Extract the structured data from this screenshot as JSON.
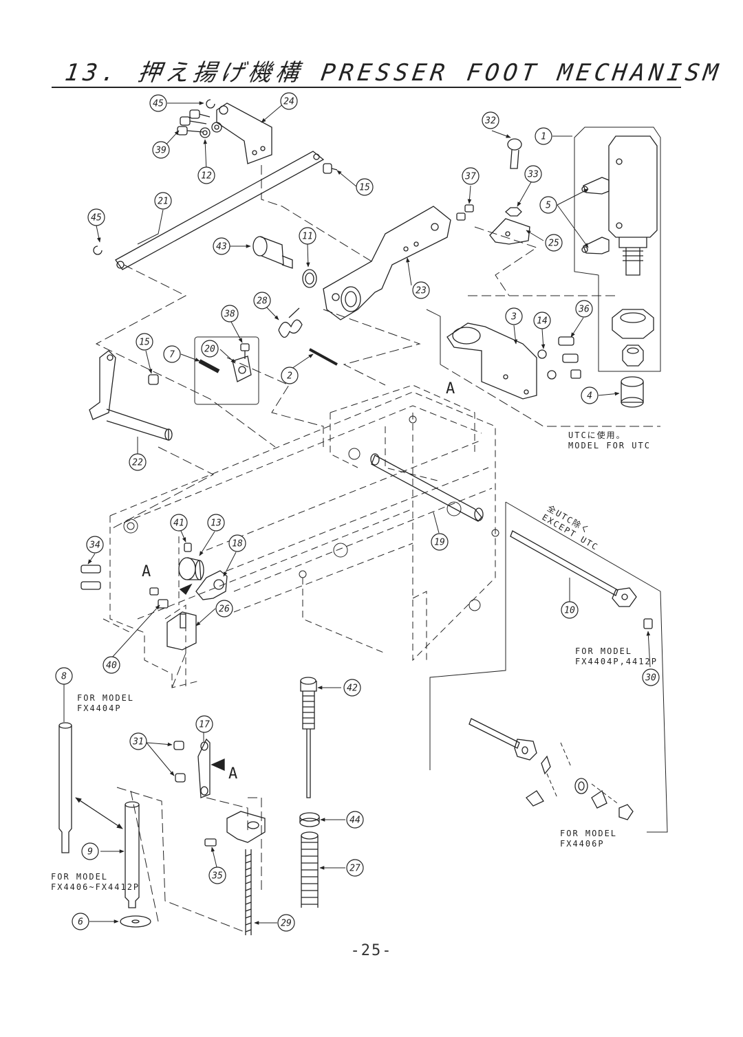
{
  "title": "13. 押え揚げ機構  PRESSER FOOT MECHANISM",
  "page_number": "-25-",
  "callouts": [
    {
      "id": "c1",
      "label": "1"
    },
    {
      "id": "c2",
      "label": "2"
    },
    {
      "id": "c3",
      "label": "3"
    },
    {
      "id": "c4",
      "label": "4"
    },
    {
      "id": "c5",
      "label": "5"
    },
    {
      "id": "c6",
      "label": "6"
    },
    {
      "id": "c7",
      "label": "7"
    },
    {
      "id": "c8",
      "label": "8"
    },
    {
      "id": "c9",
      "label": "9"
    },
    {
      "id": "c10",
      "label": "10"
    },
    {
      "id": "c11",
      "label": "11"
    },
    {
      "id": "c12",
      "label": "12"
    },
    {
      "id": "c13",
      "label": "13"
    },
    {
      "id": "c14",
      "label": "14"
    },
    {
      "id": "c15a",
      "label": "15"
    },
    {
      "id": "c15b",
      "label": "15"
    },
    {
      "id": "c17",
      "label": "17"
    },
    {
      "id": "c18",
      "label": "18"
    },
    {
      "id": "c19",
      "label": "19"
    },
    {
      "id": "c20",
      "label": "20"
    },
    {
      "id": "c21",
      "label": "21"
    },
    {
      "id": "c22",
      "label": "22"
    },
    {
      "id": "c23",
      "label": "23"
    },
    {
      "id": "c24",
      "label": "24"
    },
    {
      "id": "c25",
      "label": "25"
    },
    {
      "id": "c26",
      "label": "26"
    },
    {
      "id": "c27",
      "label": "27"
    },
    {
      "id": "c28",
      "label": "28"
    },
    {
      "id": "c29",
      "label": "29"
    },
    {
      "id": "c30",
      "label": "30"
    },
    {
      "id": "c31",
      "label": "31"
    },
    {
      "id": "c32",
      "label": "32"
    },
    {
      "id": "c33",
      "label": "33"
    },
    {
      "id": "c34",
      "label": "34"
    },
    {
      "id": "c35",
      "label": "35"
    },
    {
      "id": "c36",
      "label": "36"
    },
    {
      "id": "c37",
      "label": "37"
    },
    {
      "id": "c38",
      "label": "38"
    },
    {
      "id": "c39",
      "label": "39"
    },
    {
      "id": "c40",
      "label": "40"
    },
    {
      "id": "c41",
      "label": "41"
    },
    {
      "id": "c42",
      "label": "42"
    },
    {
      "id": "c43",
      "label": "43"
    },
    {
      "id": "c44",
      "label": "44"
    },
    {
      "id": "c45a",
      "label": "45"
    },
    {
      "id": "c45b",
      "label": "45"
    }
  ],
  "notes": {
    "utc_model": "UTCに使用。\nMODEL FOR UTC",
    "except_utc": "全UTC除く\nEXCEPT UTC",
    "fx4404p_4412p": "FOR MODEL\nFX4404P,4412P",
    "fx4404p": "FOR MODEL\nFX4404P",
    "fx4406_4412p": "FOR MODEL\nFX4406~FX4412P",
    "fx4406p": "FOR MODEL\nFX4406P"
  },
  "view_marker": "A"
}
